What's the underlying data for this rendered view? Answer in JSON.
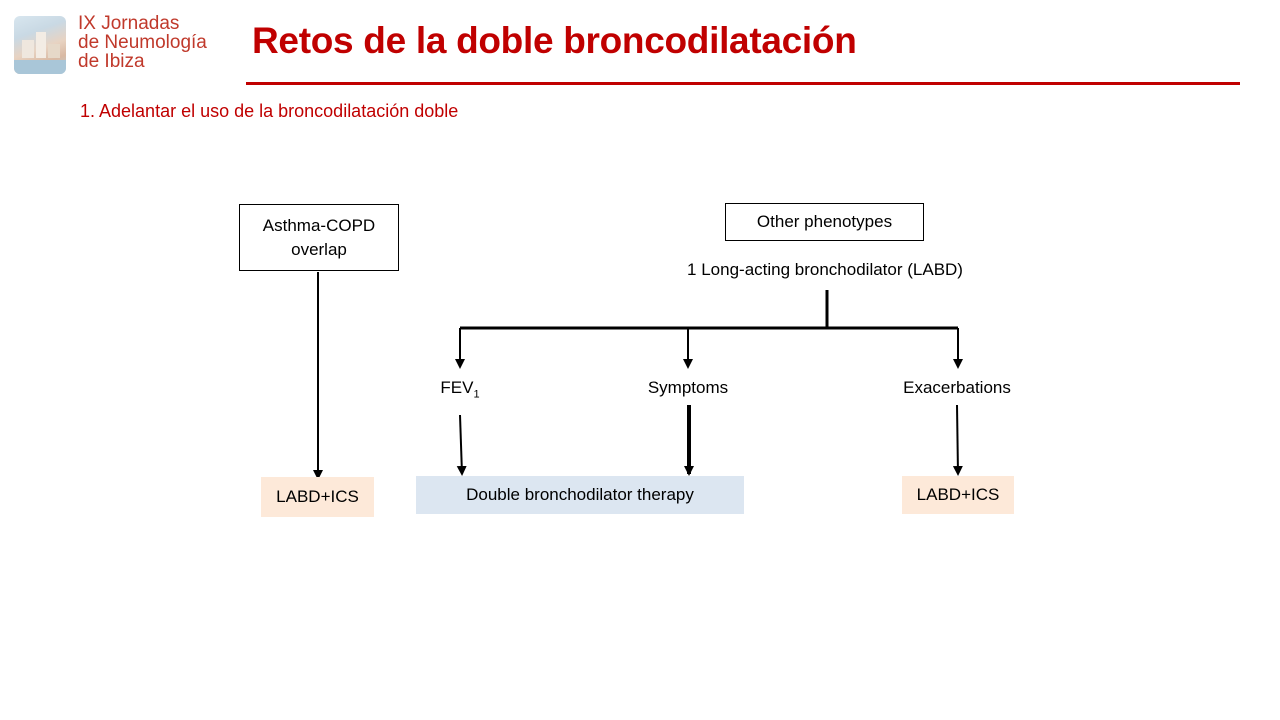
{
  "logo": {
    "text": "IX Jornadas\nde Neumología\nde Ibiza"
  },
  "header": {
    "title": "Retos de la doble broncodilatación"
  },
  "subtitle": "1. Adelantar el uso de la broncodilatación doble",
  "diagram": {
    "overlap_box": "Asthma-COPD overlap",
    "phenotypes_box": "Other phenotypes",
    "labd": "1 Long-acting bronchodilator (LABD)",
    "fev": "FEV",
    "fev_sub": "1",
    "symptoms": "Symptoms",
    "exacerbations": "Exacerbations",
    "result_left": "LABD+ICS",
    "result_double": "Double bronchodilator therapy",
    "result_right": "LABD+ICS"
  },
  "colors": {
    "title": "#c00000",
    "peach_box": "#fde9d9",
    "blue_box": "#dce6f1"
  }
}
